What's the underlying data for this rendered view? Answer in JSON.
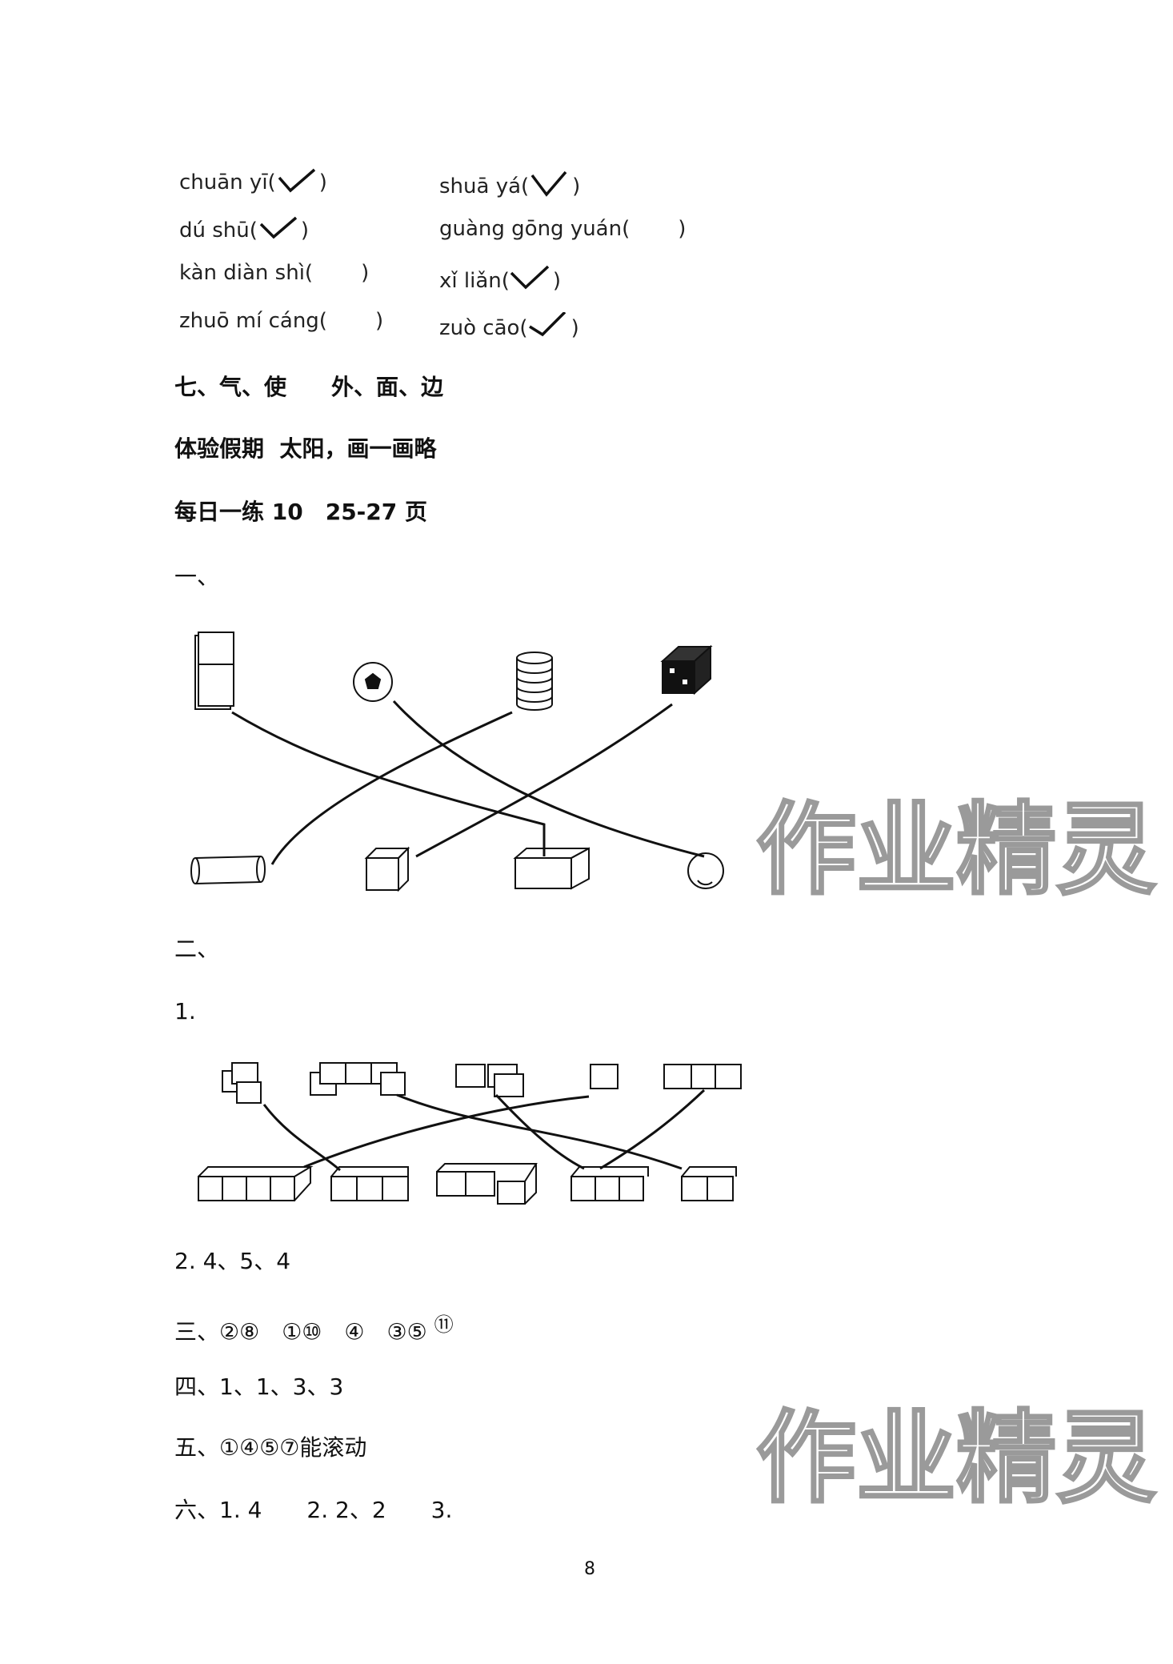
{
  "pinyin": {
    "left": [
      {
        "text": "chuān yī(",
        "close": ")",
        "checked": true
      },
      {
        "text": "dú shū(",
        "close": ")",
        "checked": true
      },
      {
        "text": "kàn diàn shì(",
        "close": ")",
        "checked": false
      },
      {
        "text": "zhuō mí cáng(",
        "close": ")",
        "checked": false
      }
    ],
    "right": [
      {
        "text": "shuā yá(",
        "close": ")",
        "checked": true
      },
      {
        "text": "guàng gōng yuán(",
        "close": ")",
        "checked": false
      },
      {
        "text": "xǐ liǎn(",
        "close": ")",
        "checked": true
      },
      {
        "text": "zuò cāo(",
        "close": ")",
        "checked": true
      }
    ]
  },
  "lines": {
    "qi": "七、气、使　　外、面、边",
    "tiyan": "体验假期  太阳，画一画略",
    "daily": "每日一练 10　25-27 页",
    "yi": "一、",
    "er": "二、",
    "er_1": "1.",
    "er_2": "2. 4、5、4",
    "san": "三、②⑧　①⑩　④　③⑤",
    "san_extra": "⑪",
    "si": "四、1、1、3、3",
    "wu": "五、①④⑤⑦能滚动",
    "liu": "六、1. 4　　2. 2、2　　3."
  },
  "page_number": "8",
  "watermark": "作业精灵"
}
